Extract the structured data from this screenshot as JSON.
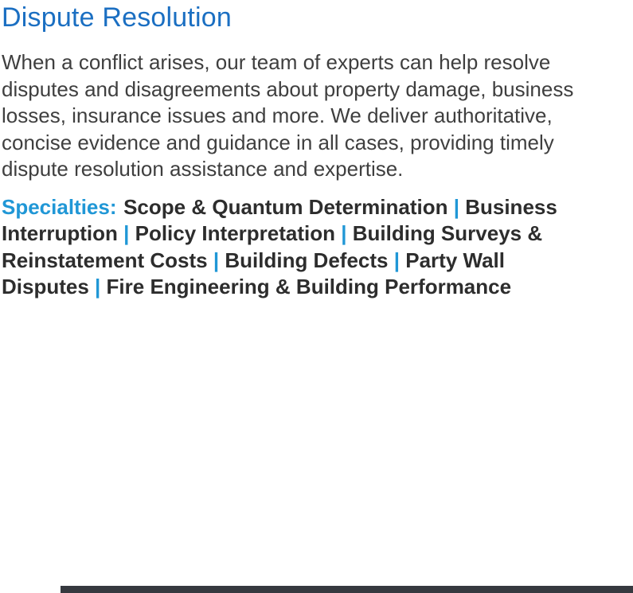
{
  "page": {
    "title": "Dispute Resolution",
    "body": "When a conflict arises, our team of experts can help resolve disputes and disagreements about property damage, business losses, insurance issues and more. We deliver authoritative, concise evidence and guidance in all cases, providing timely dispute resolution assistance and expertise.",
    "specialties": {
      "label": "Specialties:",
      "separator": "|",
      "items": [
        "Scope & Quantum Determination",
        "Business Interruption",
        "Policy Interpretation",
        "Building Surveys & Reinstatement Costs",
        "Building Defects",
        "Party Wall Disputes",
        "Fire Engineering & Building Performance"
      ]
    },
    "colors": {
      "title_blue": "#1b6fc2",
      "accent_blue": "#2097d6",
      "body_text": "#3f3f3f",
      "bold_text": "#2d2d2d",
      "edge_bar": "#36393f"
    }
  }
}
